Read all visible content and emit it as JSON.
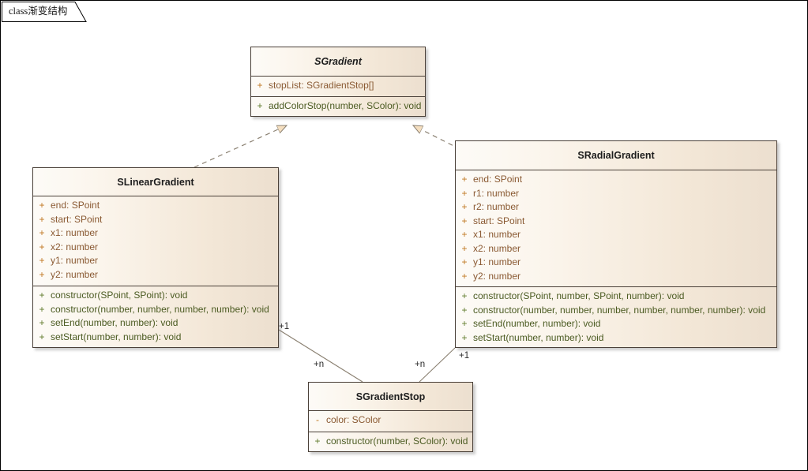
{
  "diagram": {
    "tab_keyword": "class",
    "tab_title": "渐变结构",
    "background": "#ffffff",
    "border_color": "#000000"
  },
  "style": {
    "class_border": "#4a4038",
    "fill_left": "#fdfbf7",
    "fill_right": "#ecdfcf",
    "attr_color": "#8a5a33",
    "attr_visibility_color": "#c0761f",
    "oper_color": "#4b5b22",
    "oper_visibility_color": "#5f7a2a",
    "link_color": "#7a7a7a",
    "arrow_fill": "#f5dfc0"
  },
  "classes": [
    {
      "id": "sgradient",
      "name": "SGradient",
      "abstract": true,
      "attributes": [
        {
          "visibility": "+",
          "text": "stopList: SGradientStop[]"
        }
      ],
      "operations": [
        {
          "visibility": "+",
          "text": "addColorStop(number, SColor): void"
        }
      ]
    },
    {
      "id": "slineargradient",
      "name": "SLinearGradient",
      "abstract": false,
      "attributes": [
        {
          "visibility": "+",
          "text": "end: SPoint"
        },
        {
          "visibility": "+",
          "text": "start: SPoint"
        },
        {
          "visibility": "+",
          "text": "x1: number"
        },
        {
          "visibility": "+",
          "text": "x2: number"
        },
        {
          "visibility": "+",
          "text": "y1: number"
        },
        {
          "visibility": "+",
          "text": "y2: number"
        }
      ],
      "operations": [
        {
          "visibility": "+",
          "text": "constructor(SPoint, SPoint): void"
        },
        {
          "visibility": "+",
          "text": "constructor(number, number, number, number): void"
        },
        {
          "visibility": "+",
          "text": "setEnd(number, number): void"
        },
        {
          "visibility": "+",
          "text": "setStart(number, number): void"
        }
      ]
    },
    {
      "id": "sradialgradient",
      "name": "SRadialGradient",
      "abstract": false,
      "attributes": [
        {
          "visibility": "+",
          "text": "end: SPoint"
        },
        {
          "visibility": "+",
          "text": "r1: number"
        },
        {
          "visibility": "+",
          "text": "r2: number"
        },
        {
          "visibility": "+",
          "text": "start: SPoint"
        },
        {
          "visibility": "+",
          "text": "x1: number"
        },
        {
          "visibility": "+",
          "text": "x2: number"
        },
        {
          "visibility": "+",
          "text": "y1: number"
        },
        {
          "visibility": "+",
          "text": "y2: number"
        }
      ],
      "operations": [
        {
          "visibility": "+",
          "text": "constructor(SPoint, number, SPoint, number): void"
        },
        {
          "visibility": "+",
          "text": "constructor(number, number, number, number, number, number): void"
        },
        {
          "visibility": "+",
          "text": "setEnd(number, number): void"
        },
        {
          "visibility": "+",
          "text": "setStart(number, number): void"
        }
      ]
    },
    {
      "id": "sgradientstop",
      "name": "SGradientStop",
      "abstract": false,
      "attributes": [
        {
          "visibility": "-",
          "text": "color: SColor"
        }
      ],
      "operations": [
        {
          "visibility": "+",
          "text": "constructor(number, SColor): void"
        }
      ]
    }
  ],
  "relationships": [
    {
      "id": "rel-linear-gradient",
      "type": "realization",
      "from": "SLinearGradient",
      "to": "SGradient"
    },
    {
      "id": "rel-radial-gradient",
      "type": "realization",
      "from": "SRadialGradient",
      "to": "SGradient"
    },
    {
      "id": "rel-linear-stop",
      "type": "association",
      "from": "SLinearGradient",
      "to": "SGradientStop",
      "source_label": "+1",
      "target_label": "+n"
    },
    {
      "id": "rel-radial-stop",
      "type": "association",
      "from": "SRadialGradient",
      "to": "SGradientStop",
      "source_label": "+1",
      "target_label": "+n"
    }
  ],
  "edge_labels": {
    "linear_one": "+1",
    "linear_many": "+n",
    "radial_one": "+1",
    "radial_many": "+n"
  }
}
